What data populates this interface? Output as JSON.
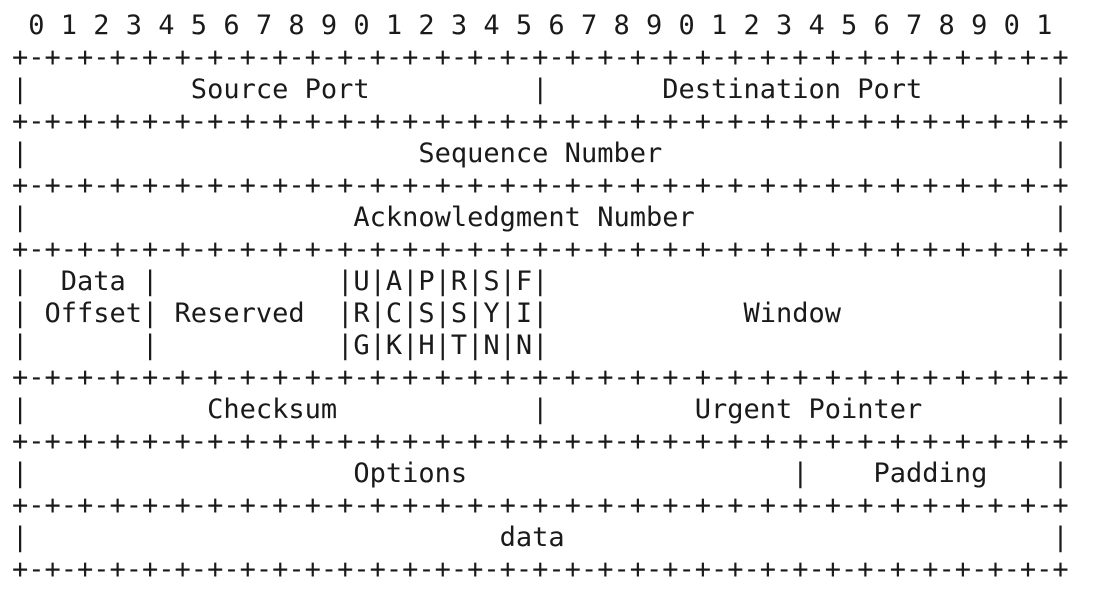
{
  "diagram": {
    "ruler": " 0 1 2 3 4 5 6 7 8 9 0 1 2 3 4 5 6 7 8 9 0 1 2 3 4 5 6 7 8 9 0 1",
    "separator": "+-+-+-+-+-+-+-+-+-+-+-+-+-+-+-+-+-+-+-+-+-+-+-+-+-+-+-+-+-+-+-+-+",
    "rows": [
      {
        "name": "ports",
        "lines": [
          "|          Source Port          |       Destination Port        |"
        ]
      },
      {
        "name": "sequence-number",
        "lines": [
          "|                        Sequence Number                        |"
        ]
      },
      {
        "name": "acknowledgment-number",
        "lines": [
          "|                    Acknowledgment Number                      |"
        ]
      },
      {
        "name": "offset-flags-window",
        "lines": [
          "|  Data |           |U|A|P|R|S|F|                               |",
          "| Offset| Reserved  |R|C|S|S|Y|I|            Window             |",
          "|       |           |G|K|H|T|N|N|                               |"
        ]
      },
      {
        "name": "checksum-urgent",
        "lines": [
          "|           Checksum            |         Urgent Pointer        |"
        ]
      },
      {
        "name": "options-padding",
        "lines": [
          "|                    Options                    |    Padding    |"
        ]
      },
      {
        "name": "data",
        "lines": [
          "|                             data                              |"
        ]
      }
    ]
  }
}
